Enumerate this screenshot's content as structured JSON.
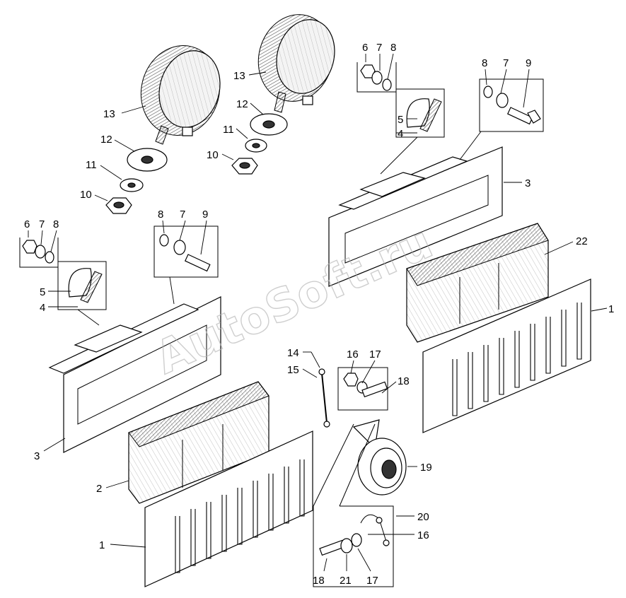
{
  "watermark": "AutoSoft.ru",
  "callouts": [
    {
      "text": "13",
      "id": "c13a"
    },
    {
      "text": "13",
      "id": "c13b"
    },
    {
      "text": "12",
      "id": "c12a"
    },
    {
      "text": "12",
      "id": "c12b"
    },
    {
      "text": "11",
      "id": "c11a"
    },
    {
      "text": "11",
      "id": "c11b"
    },
    {
      "text": "10",
      "id": "c10a"
    },
    {
      "text": "10",
      "id": "c10b"
    },
    {
      "text": "6",
      "id": "c6a"
    },
    {
      "text": "7",
      "id": "c7a"
    },
    {
      "text": "8",
      "id": "c8a"
    },
    {
      "text": "5",
      "id": "c5a"
    },
    {
      "text": "4",
      "id": "c4a"
    },
    {
      "text": "8",
      "id": "c8b"
    },
    {
      "text": "7",
      "id": "c7b"
    },
    {
      "text": "9",
      "id": "c9a"
    },
    {
      "text": "3",
      "id": "c3a"
    },
    {
      "text": "6",
      "id": "c6b"
    },
    {
      "text": "7",
      "id": "c7c"
    },
    {
      "text": "8",
      "id": "c8c"
    },
    {
      "text": "5",
      "id": "c5b"
    },
    {
      "text": "4",
      "id": "c4b"
    },
    {
      "text": "8",
      "id": "c8d"
    },
    {
      "text": "7",
      "id": "c7d"
    },
    {
      "text": "9",
      "id": "c9b"
    },
    {
      "text": "3",
      "id": "c3b"
    },
    {
      "text": "2",
      "id": "c2a"
    },
    {
      "text": "1",
      "id": "c1a"
    },
    {
      "text": "22",
      "id": "c22a"
    },
    {
      "text": "1",
      "id": "c1b"
    },
    {
      "text": "14",
      "id": "c14a"
    },
    {
      "text": "15",
      "id": "c15a"
    },
    {
      "text": "16",
      "id": "c16a"
    },
    {
      "text": "17",
      "id": "c17a"
    },
    {
      "text": "18",
      "id": "c18a"
    },
    {
      "text": "19",
      "id": "c19a"
    },
    {
      "text": "20",
      "id": "c20a"
    },
    {
      "text": "16",
      "id": "c16b"
    },
    {
      "text": "18",
      "id": "c18b"
    },
    {
      "text": "21",
      "id": "c21a"
    },
    {
      "text": "17",
      "id": "c17b"
    }
  ]
}
